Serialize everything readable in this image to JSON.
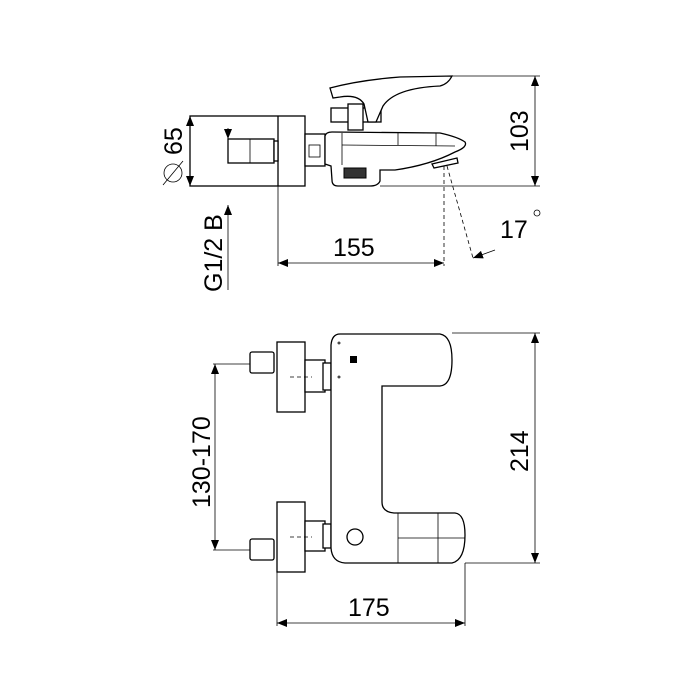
{
  "drawing": {
    "side_view": {
      "diameter_label": "65",
      "thread_label": "G1/2 B",
      "height_label": "103",
      "projection_label": "155",
      "angle_label": "17"
    },
    "top_view": {
      "spacing_label": "130-170",
      "height_label": "214",
      "width_label": "175"
    },
    "line_color": "#000000",
    "background_color": "#ffffff"
  }
}
